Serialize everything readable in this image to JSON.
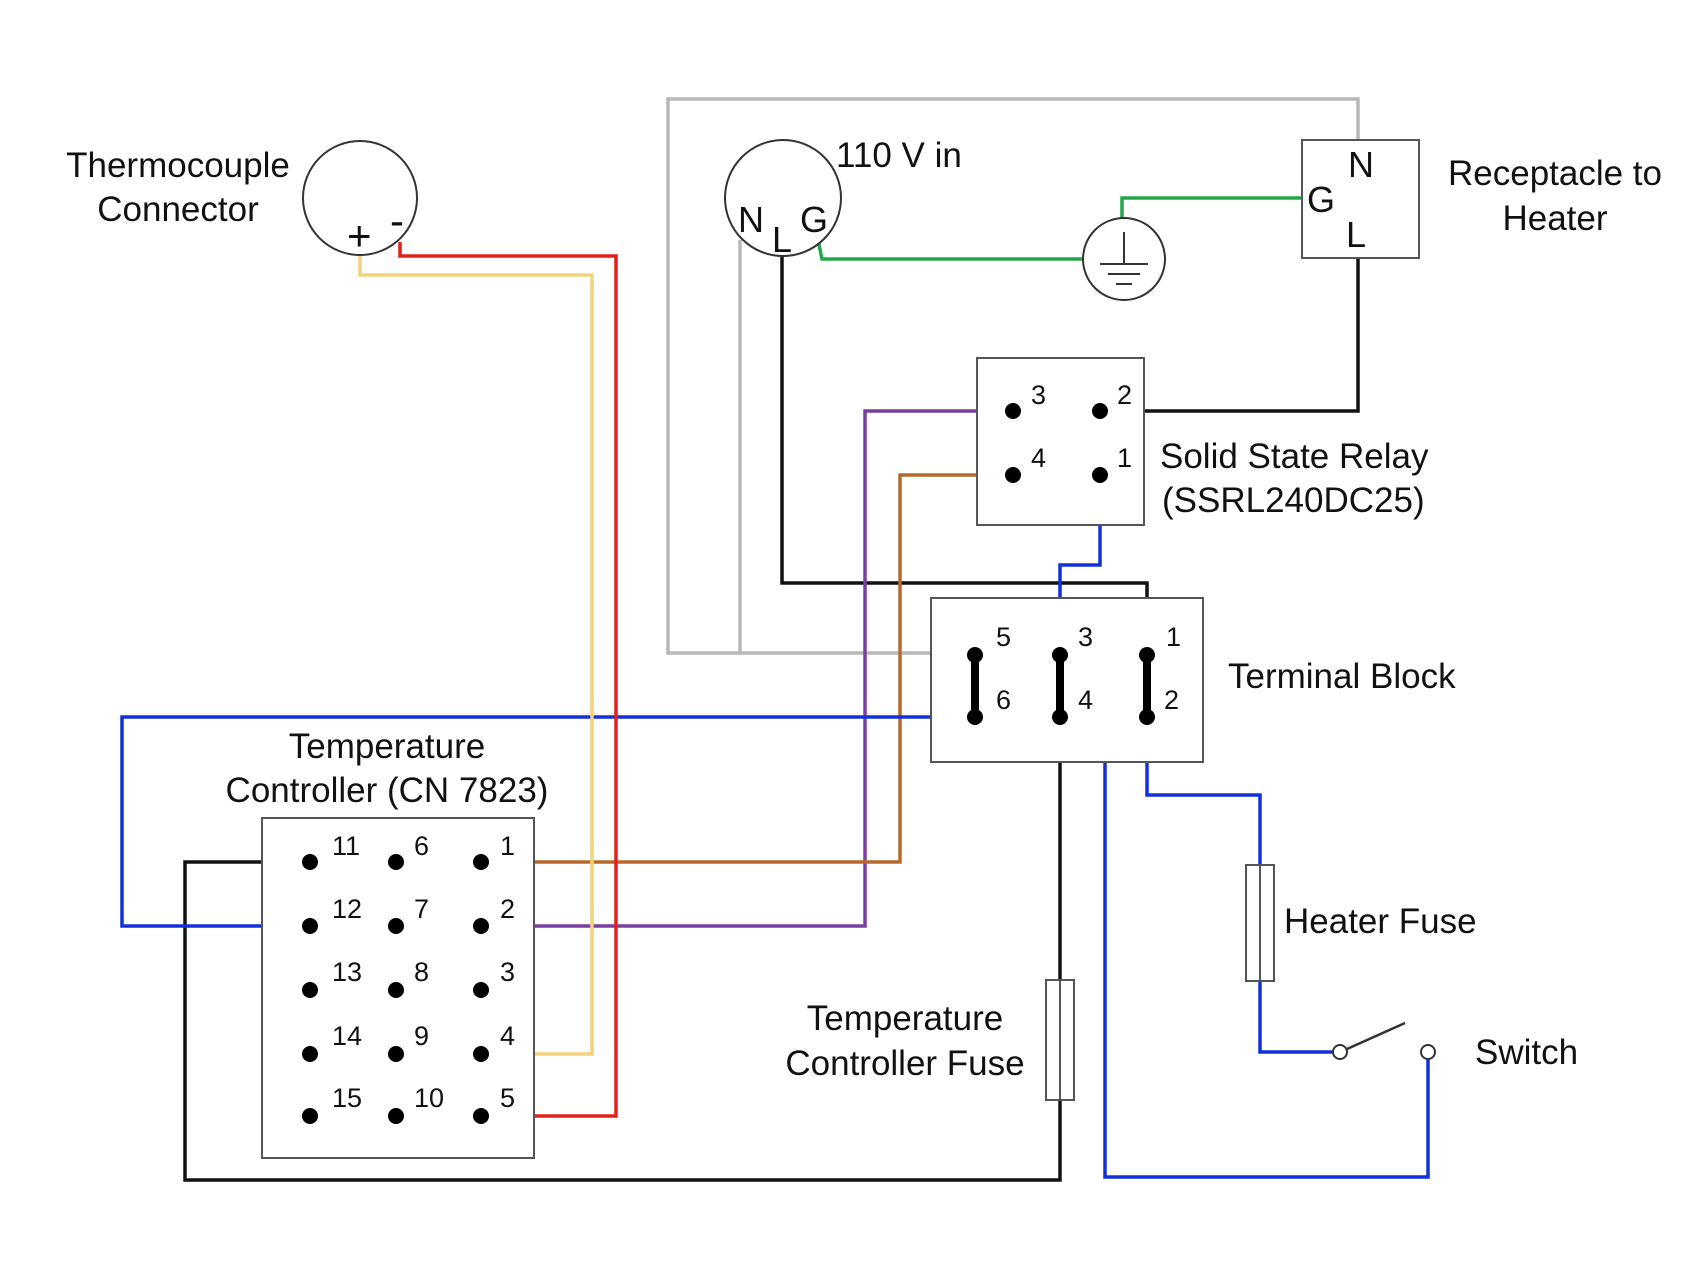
{
  "wire_colors": {
    "gray": "#b8b8b8",
    "green": "#22a84a",
    "black": "#111111",
    "purple": "#7a3fa0",
    "brown": "#b8692a",
    "blue": "#1030d8",
    "yellow": "#f2d27a",
    "red": "#e0201a"
  },
  "thermocouple": {
    "line1": "Thermocouple",
    "line2": "Connector",
    "plus": "+",
    "minus": "-"
  },
  "power_in": {
    "title": "110 V in",
    "n": "N",
    "l": "L",
    "g": "G"
  },
  "ground": {
    "icon": "ground-icon"
  },
  "receptacle": {
    "line1": "Receptacle to",
    "line2": "Heater",
    "n": "N",
    "g": "G",
    "l": "L"
  },
  "relay": {
    "line1": "Solid State Relay",
    "line2": "(SSRL240DC25)",
    "pins": {
      "p3": "3",
      "p2": "2",
      "p4": "4",
      "p1": "1"
    }
  },
  "terminal_block": {
    "label": "Terminal Block",
    "pins": {
      "p5": "5",
      "p3": "3",
      "p1": "1",
      "p6": "6",
      "p4": "4",
      "p2": "2"
    }
  },
  "controller": {
    "line1": "Temperature",
    "line2": "Controller (CN 7823)",
    "pins": {
      "p11": "11",
      "p6": "6",
      "p1": "1",
      "p12": "12",
      "p7": "7",
      "p2": "2",
      "p13": "13",
      "p8": "8",
      "p3": "3",
      "p14": "14",
      "p9": "9",
      "p4": "4",
      "p15": "15",
      "p10": "10",
      "p5": "5"
    }
  },
  "heater_fuse": {
    "label": "Heater Fuse"
  },
  "controller_fuse": {
    "line1": "Temperature",
    "line2": "Controller Fuse"
  },
  "switch": {
    "label": "Switch"
  }
}
